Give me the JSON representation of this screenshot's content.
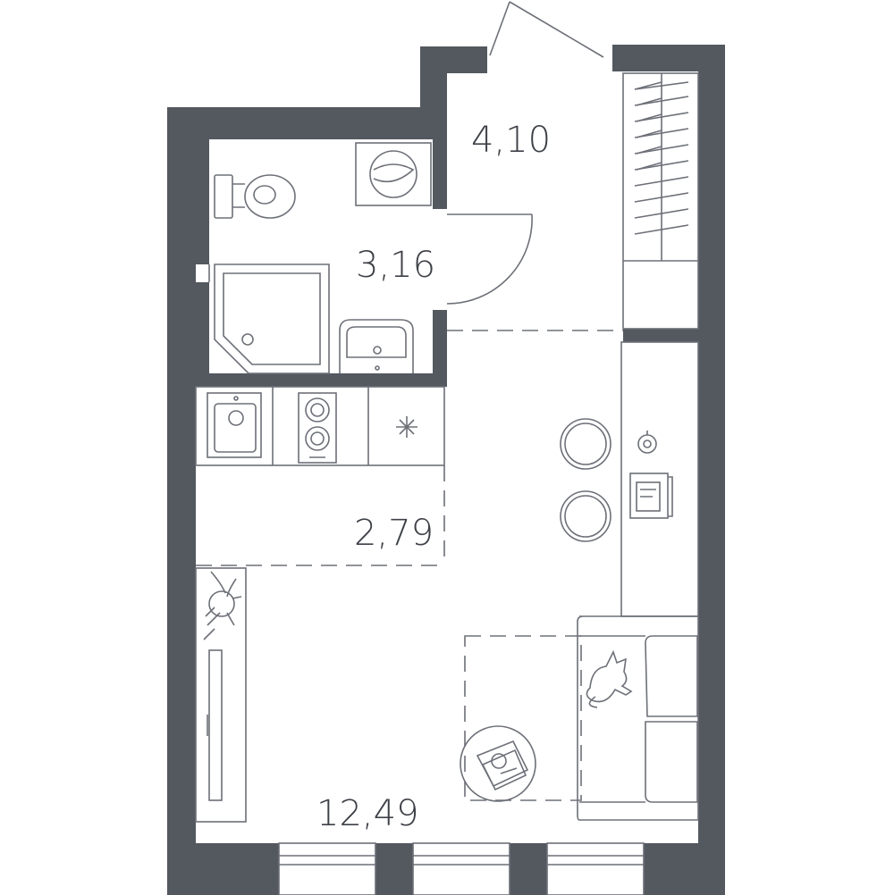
{
  "colors": {
    "wall": "#54585f",
    "line": "#6d7078",
    "text": "#3d4047",
    "background": "#ffffff"
  },
  "rooms": {
    "hall": {
      "area": "4,10"
    },
    "bathroom": {
      "area": "3,16"
    },
    "kitchen": {
      "area": "2,79"
    },
    "living_room": {
      "area": "12,49"
    }
  },
  "icons": [
    "door-swing-icon",
    "wardrobe-icon",
    "toilet-icon",
    "washing-machine-icon",
    "shower-tray-icon",
    "washbasin-icon",
    "kitchen-sink-icon",
    "cooktop-icon",
    "fridge-icon",
    "bar-stool-icon",
    "desk-lamp-icon",
    "laptop-icon",
    "plant-icon",
    "tv-icon",
    "sofa-icon",
    "cat-icon",
    "coffee-table-icon",
    "magazines-icon",
    "rug-icon",
    "window-icon"
  ]
}
